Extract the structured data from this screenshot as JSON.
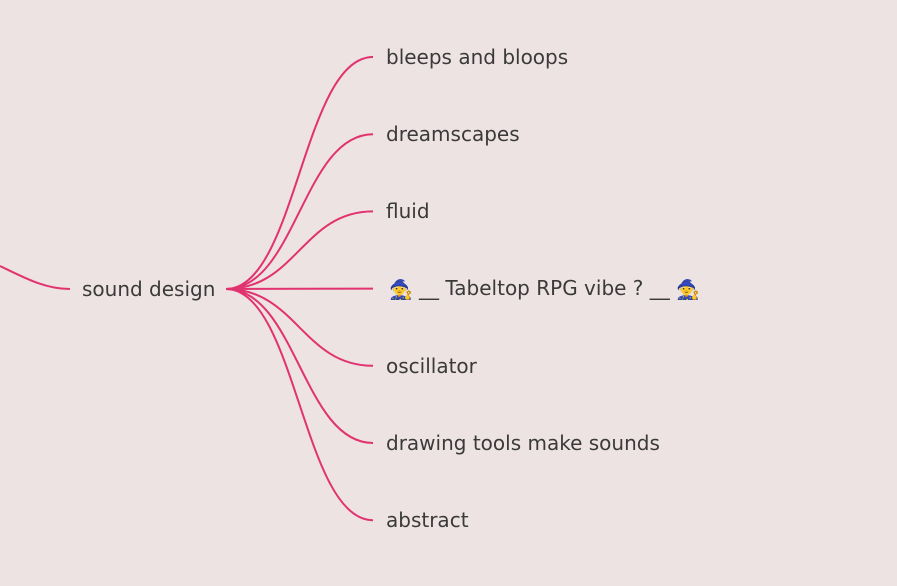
{
  "colors": {
    "background": "#EEE3E3",
    "branch_line": "#E0336F",
    "text": "#3A3A3A"
  },
  "root": {
    "label": "sound design"
  },
  "children": [
    {
      "label": "bleeps and bloops"
    },
    {
      "label": "dreamscapes"
    },
    {
      "label": "fluid"
    },
    {
      "label": "__ Tabeltop RPG vibe ? __",
      "emoji_before": "🧙",
      "emoji_after": "🧙"
    },
    {
      "label": "oscillator"
    },
    {
      "label": "drawing tools make sounds"
    },
    {
      "label": "abstract"
    }
  ]
}
